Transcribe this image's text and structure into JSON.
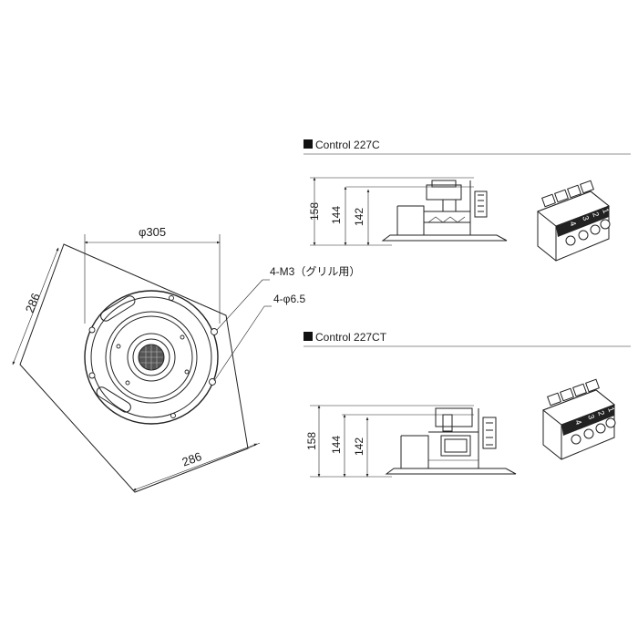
{
  "plan_view": {
    "diameter_label": "φ305",
    "side_dim_left": "286",
    "side_dim_bottom": "286",
    "callout_m3": "4-M3（グリル用）",
    "callout_hole": "4-φ6.5"
  },
  "models": [
    {
      "title": "Control 227C",
      "dims": [
        "158",
        "144",
        "142"
      ],
      "terminal_numbers": [
        "1",
        "2",
        "3",
        "4"
      ]
    },
    {
      "title": "Control 227CT",
      "dims": [
        "158",
        "144",
        "142"
      ],
      "terminal_numbers": [
        "1",
        "2",
        "3",
        "4"
      ]
    }
  ]
}
